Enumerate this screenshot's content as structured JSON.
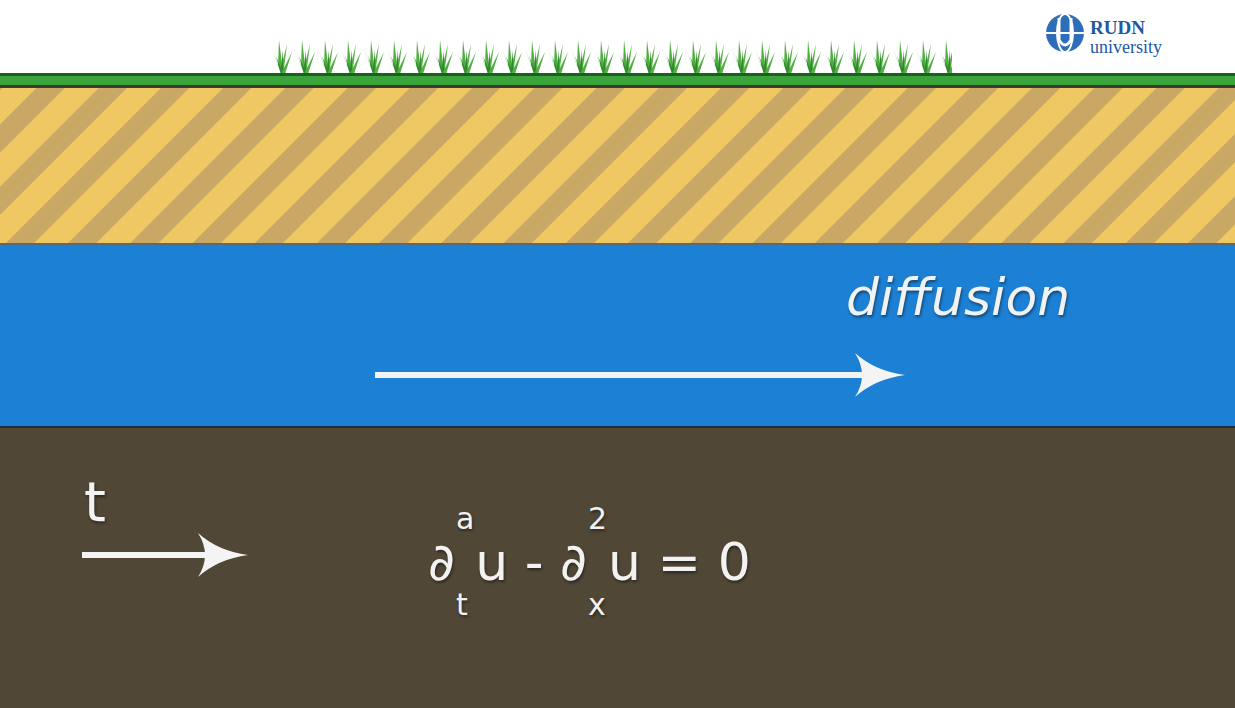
{
  "diagram": {
    "nodes": [
      {
        "text": [
          "diffusion"
        ]
      },
      {
        "text": [
          "t",
          "∂",
          "a",
          "t",
          "u - ∂",
          "2",
          "x",
          "u = 0"
        ]
      }
    ],
    "labels": [
      "RUDN",
      "university"
    ]
  }
}
